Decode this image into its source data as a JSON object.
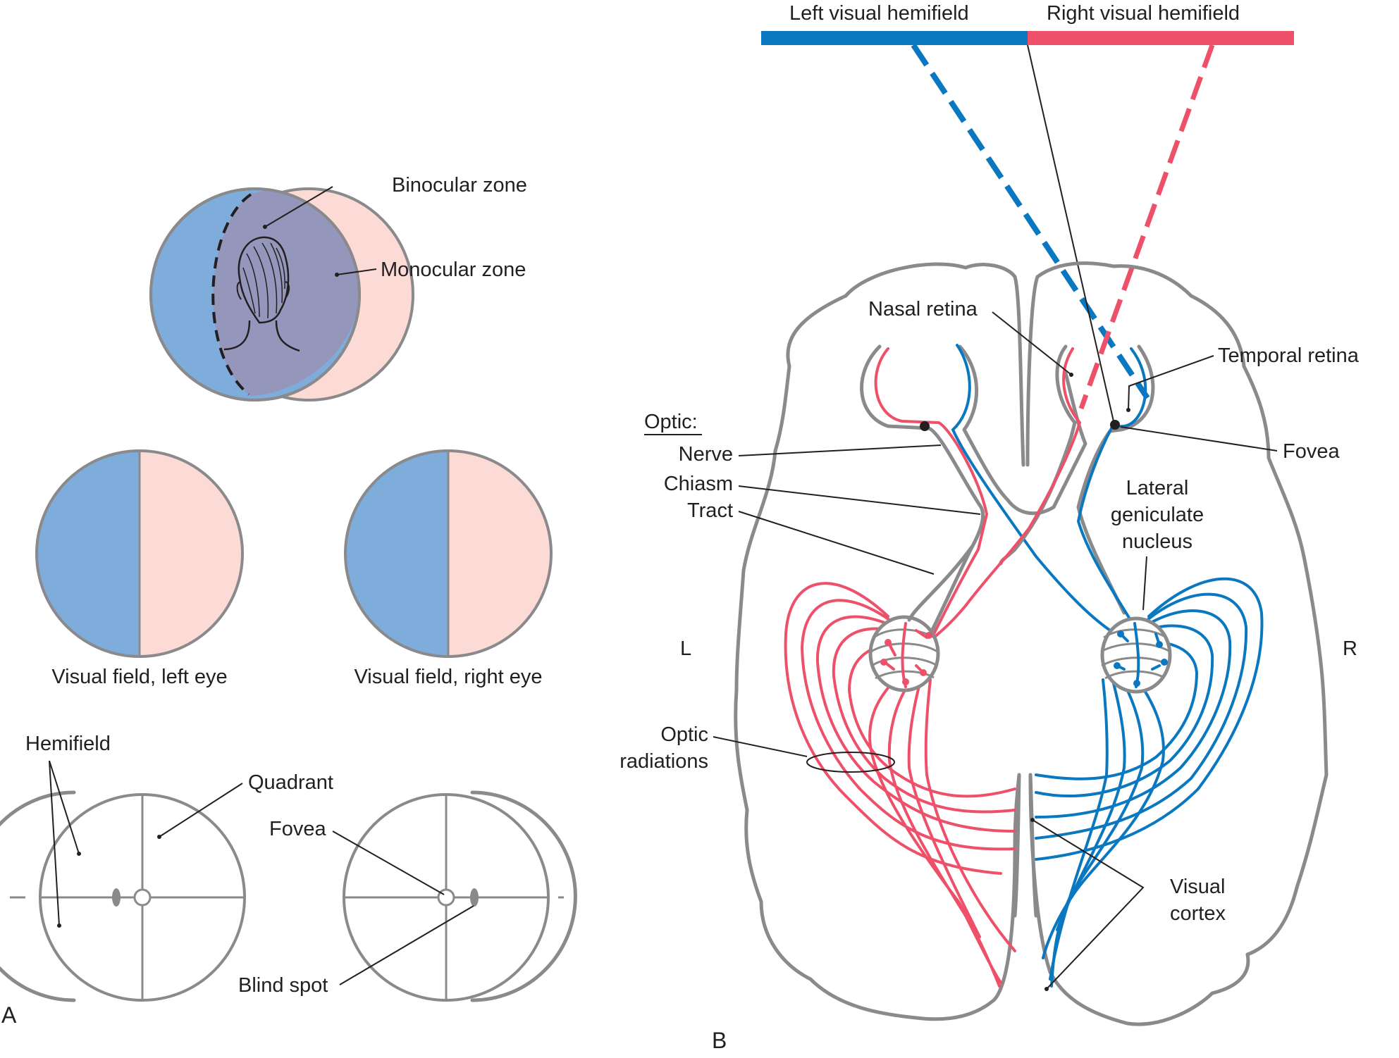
{
  "colors": {
    "left_hemifield": "#0a78c0",
    "right_hemifield": "#ef5069",
    "field_blue": "#7eacdb",
    "field_pink": "#fcdbd6",
    "binocular": "#9497bb",
    "outline": "#8a8a8c",
    "text": "#231f20"
  },
  "panel_a": {
    "panel_label": "A",
    "binocular_zone": "Binocular zone",
    "monocular_zone": "Monocular zone",
    "visual_field_left": "Visual field, left eye",
    "visual_field_right": "Visual field, right eye",
    "hemifield": "Hemifield",
    "quadrant": "Quadrant",
    "fovea": "Fovea",
    "blind_spot": "Blind spot"
  },
  "panel_b": {
    "panel_label": "B",
    "left_visual_hemifield": "Left visual hemifield",
    "right_visual_hemifield": "Right visual hemifield",
    "nasal_retina": "Nasal retina",
    "temporal_retina": "Temporal retina",
    "fovea": "Fovea",
    "optic_heading": "Optic:",
    "nerve": "Nerve",
    "chiasm": "Chiasm",
    "tract": "Tract",
    "lgn_line1": "Lateral",
    "lgn_line2": "geniculate",
    "lgn_line3": "nucleus",
    "side_left": "L",
    "side_right": "R",
    "optic_radiations_line1": "Optic",
    "optic_radiations_line2": "radiations",
    "visual_cortex_line1": "Visual",
    "visual_cortex_line2": "cortex"
  }
}
